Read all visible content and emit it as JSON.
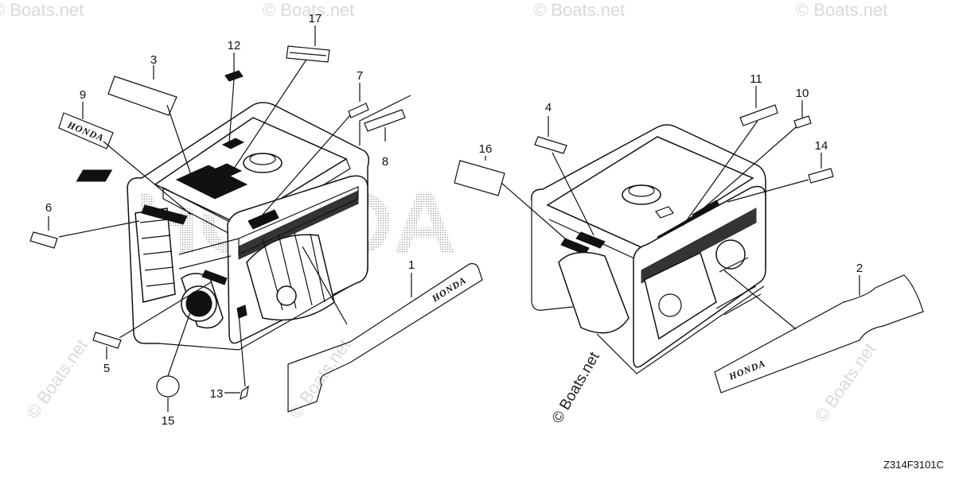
{
  "watermark": {
    "text": "© Boats.net",
    "big_text": "HONDA"
  },
  "diagram_code": "Z314F3101C",
  "honda_label": "HONDA",
  "callouts": [
    {
      "id": "1",
      "label": "1"
    },
    {
      "id": "2",
      "label": "2"
    },
    {
      "id": "3",
      "label": "3"
    },
    {
      "id": "4",
      "label": "4"
    },
    {
      "id": "5",
      "label": "5"
    },
    {
      "id": "6",
      "label": "6"
    },
    {
      "id": "7",
      "label": "7"
    },
    {
      "id": "8",
      "label": "8"
    },
    {
      "id": "9",
      "label": "9"
    },
    {
      "id": "10",
      "label": "10"
    },
    {
      "id": "11",
      "label": "11"
    },
    {
      "id": "12",
      "label": "12"
    },
    {
      "id": "13",
      "label": "13"
    },
    {
      "id": "14",
      "label": "14"
    },
    {
      "id": "15",
      "label": "15"
    },
    {
      "id": "16",
      "label": "16"
    },
    {
      "id": "17",
      "label": "17"
    }
  ]
}
